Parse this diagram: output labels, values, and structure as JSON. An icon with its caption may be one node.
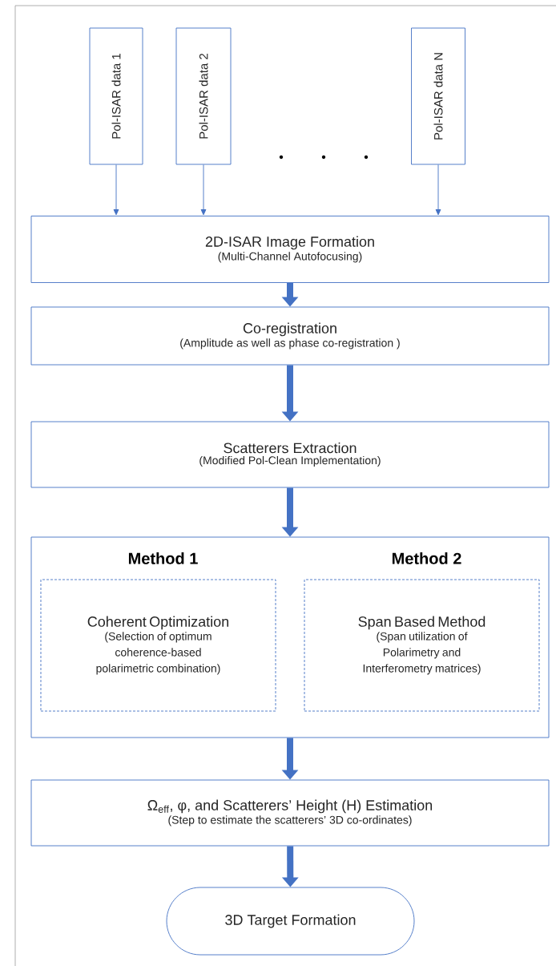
{
  "diagram": {
    "nodes": [
      {
        "text": [
          "Pol-ISAR data 1"
        ]
      },
      {
        "text": [
          "Pol-ISAR data 2"
        ]
      },
      {
        "text": [
          "Pol-ISAR data N"
        ]
      },
      {
        "text": [
          "2D-ISAR Image Formation",
          "(Multi-Channel Autofocusing)"
        ]
      },
      {
        "text": [
          "Co-registration",
          "(Amplitude as well as phase co-registration )"
        ]
      },
      {
        "text": [
          "Scatterers Extraction",
          "(Modified Pol-Clean Implementation)"
        ]
      },
      {
        "text": [],
        "shape": "box"
      },
      {
        "text": [
          "Method 1",
          "Coherent Optimization",
          "(Selection of optimum coherence-based polarimetric combination)"
        ],
        "in": 6
      },
      {
        "text": [
          "Method 2",
          "Span Based Method",
          "(Span utilization of Polarimetry and Interferometry matrices)"
        ],
        "in": 6
      },
      {
        "text": [
          "Ω$_{eff}$, φ, and Scatterers’ Height (H) Estimation",
          "(Step to estimate the scatterers’ 3D co-ordinates)"
        ]
      },
      {
        "text": [
          "3D Target Formation"
        ]
      }
    ],
    "edges": [
      {
        "from": 0,
        "to": 3,
        "arrow": "to"
      },
      {
        "from": 1,
        "to": 3,
        "arrow": "to"
      },
      {
        "from": 2,
        "to": 3,
        "arrow": "to"
      },
      {
        "from": 3,
        "to": 4,
        "arrow": "to"
      },
      {
        "from": 4,
        "to": 5,
        "arrow": "to"
      },
      {
        "from": 5,
        "to": 6,
        "arrow": "to"
      },
      {
        "from": 6,
        "to": 9,
        "arrow": "to"
      },
      {
        "from": 9,
        "to": 10,
        "arrow": "to"
      }
    ]
  }
}
